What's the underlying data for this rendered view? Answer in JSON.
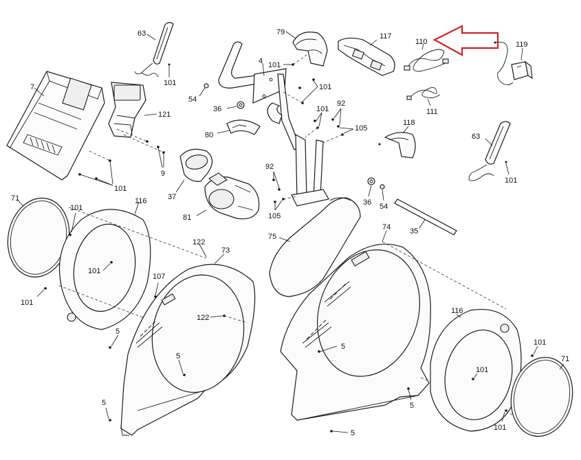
{
  "diagram": {
    "labels": {
      "p1": "63",
      "p2": "101",
      "p3": "7",
      "p4": "121",
      "p5": "9",
      "p6": "101",
      "p7": "79",
      "p8": "117",
      "p9": "110",
      "p10": "119",
      "p11": "4",
      "p12": "101",
      "p13": "101",
      "p14": "54",
      "p15": "36",
      "p16": "80",
      "p17": "101",
      "p18": "92",
      "p19": "105",
      "p20": "111",
      "p21": "118",
      "p22": "63",
      "p23": "101",
      "p24": "37",
      "p25": "92",
      "p26": "81",
      "p27": "105",
      "p28": "36",
      "p29": "54",
      "p30": "35",
      "p31": "71",
      "p32": "101",
      "p33": "116",
      "p34": "122",
      "p35": "73",
      "p36": "75",
      "p37": "74",
      "p38": "101",
      "p39": "101",
      "p40": "107",
      "p41": "122",
      "p42": "5",
      "p43": "5",
      "p44": "5",
      "p45": "116",
      "p46": "5",
      "p47": "101",
      "p48": "71",
      "p49": "101",
      "p50": "5",
      "p51": "101",
      "p52": "5"
    },
    "accent_color": "#d42020"
  }
}
